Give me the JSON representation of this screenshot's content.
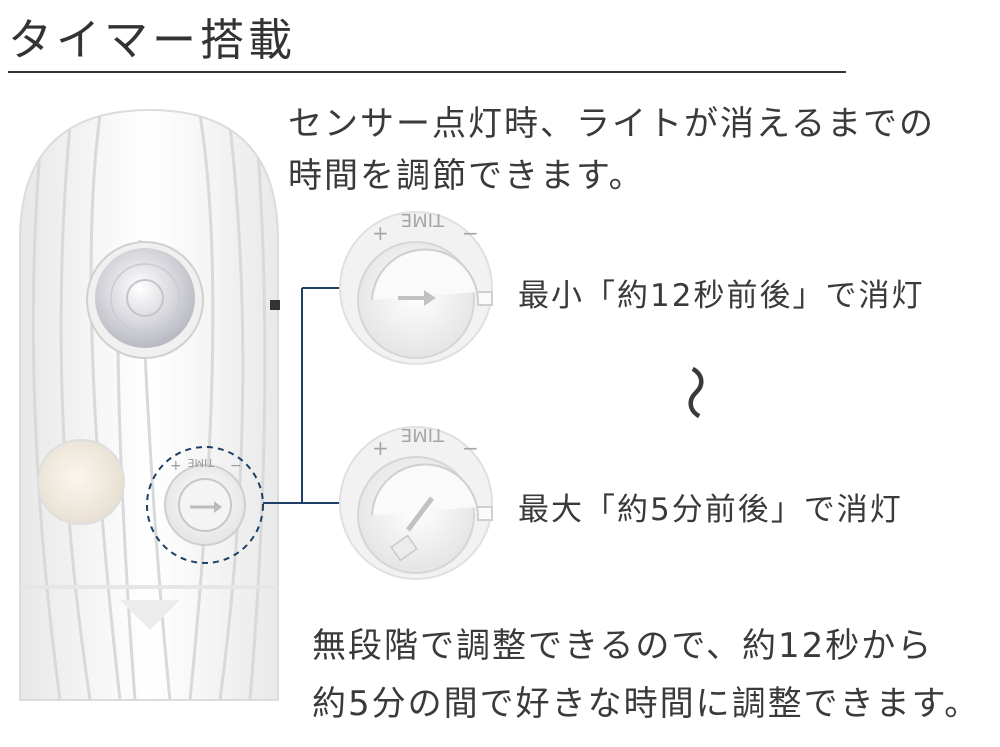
{
  "heading": "タイマー搭載",
  "intro": {
    "line1": "センサー点灯時、ライトが消えるまでの",
    "line2": "時間を調節できます。"
  },
  "dial_marks": {
    "time": "TIME",
    "plus": "+",
    "minus": "−"
  },
  "settings": {
    "min_label": "最小「約12秒前後」で消灯",
    "range_symbol": "～",
    "max_label": "最大「約5分前後」で消灯"
  },
  "outro": {
    "line1": "無段階で調整できるので、約12秒から",
    "line2": "約5分の間で好きな時間に調整できます。"
  },
  "colors": {
    "connector": "#1f3f66",
    "device_body": "#ffffff",
    "device_shadow": "#e3e3e3"
  },
  "icons": {
    "range": "tilde-wave"
  }
}
